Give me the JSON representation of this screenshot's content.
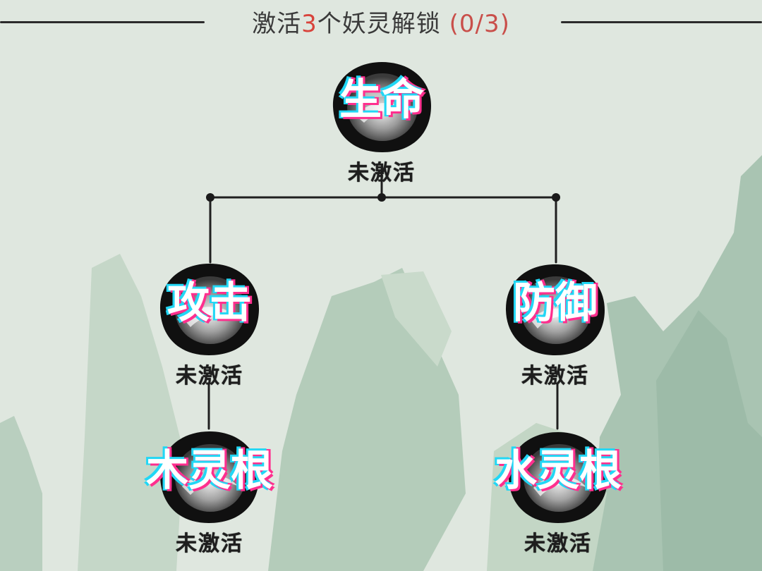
{
  "header": {
    "title_prefix": "激活",
    "required_count": "3",
    "title_suffix": "个妖灵解锁",
    "progress": "(0/3)"
  },
  "nodes": [
    {
      "id": "life",
      "label": "生命",
      "status": "未激活"
    },
    {
      "id": "attack",
      "label": "攻击",
      "status": "未激活"
    },
    {
      "id": "defense",
      "label": "防御",
      "status": "未激活"
    },
    {
      "id": "wood",
      "label": "木灵根",
      "status": "未激活"
    },
    {
      "id": "water",
      "label": "水灵根",
      "status": "未激活"
    }
  ],
  "colors": {
    "background": "#dfe7df",
    "mountain": "#a9c4b2",
    "ink": "#1a1a1a",
    "accent_red": "#d8433b",
    "label_cyan": "#22d7f5",
    "label_pink": "#ff2f8e"
  }
}
